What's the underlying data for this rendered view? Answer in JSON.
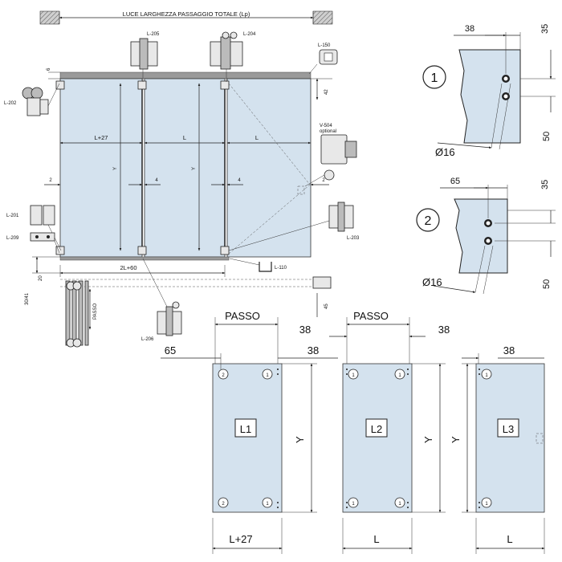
{
  "title": "LUCE LARGHEZZA PASSAGGIO TOTALE (Lp)",
  "parts": {
    "l205": "L-205",
    "l204": "L-204",
    "l150": "L-150",
    "l202": "L-202",
    "v504": "V-504",
    "v504_note": "optional",
    "l201": "L-201",
    "l209": "L-209",
    "l203": "L-203",
    "l110": "L-110",
    "l206": "L-206"
  },
  "elevation": {
    "w1": "L+27",
    "w2": "L",
    "w3": "L",
    "gap_left": "2",
    "gap_mid1": "4",
    "gap_mid2": "4",
    "gap_right": "2",
    "height1": "Y",
    "height2": "Y",
    "bottom_width": "2L+60",
    "top_offset": "6",
    "right_top": "42",
    "bottom_20": "20",
    "bottom_45": "45",
    "side_dims": "30/41",
    "passo_side": "PASSO"
  },
  "detail1": {
    "marker": "1",
    "dim_top": "38",
    "dim_right_top": "35",
    "dim_right_bottom": "50",
    "hole": "Ø16"
  },
  "detail2": {
    "marker": "2",
    "dim_top": "65",
    "dim_right_top": "35",
    "dim_right_bottom": "50",
    "hole": "Ø16"
  },
  "panels": [
    {
      "label": "L1",
      "passo": "PASSO",
      "dim_left": "65",
      "dim_right": "38",
      "height": "Y",
      "width": "L+27",
      "holes": [
        "2",
        "1",
        "2",
        "1"
      ]
    },
    {
      "label": "L2",
      "passo": "PASSO",
      "dim_left": "38",
      "dim_right": "38",
      "height": "Y",
      "width": "L",
      "holes": [
        "1",
        "1",
        "1",
        "1"
      ]
    },
    {
      "label": "L3",
      "dim_left": "38",
      "height": "Y",
      "width": "L",
      "holes": [
        "1",
        "1"
      ]
    }
  ]
}
